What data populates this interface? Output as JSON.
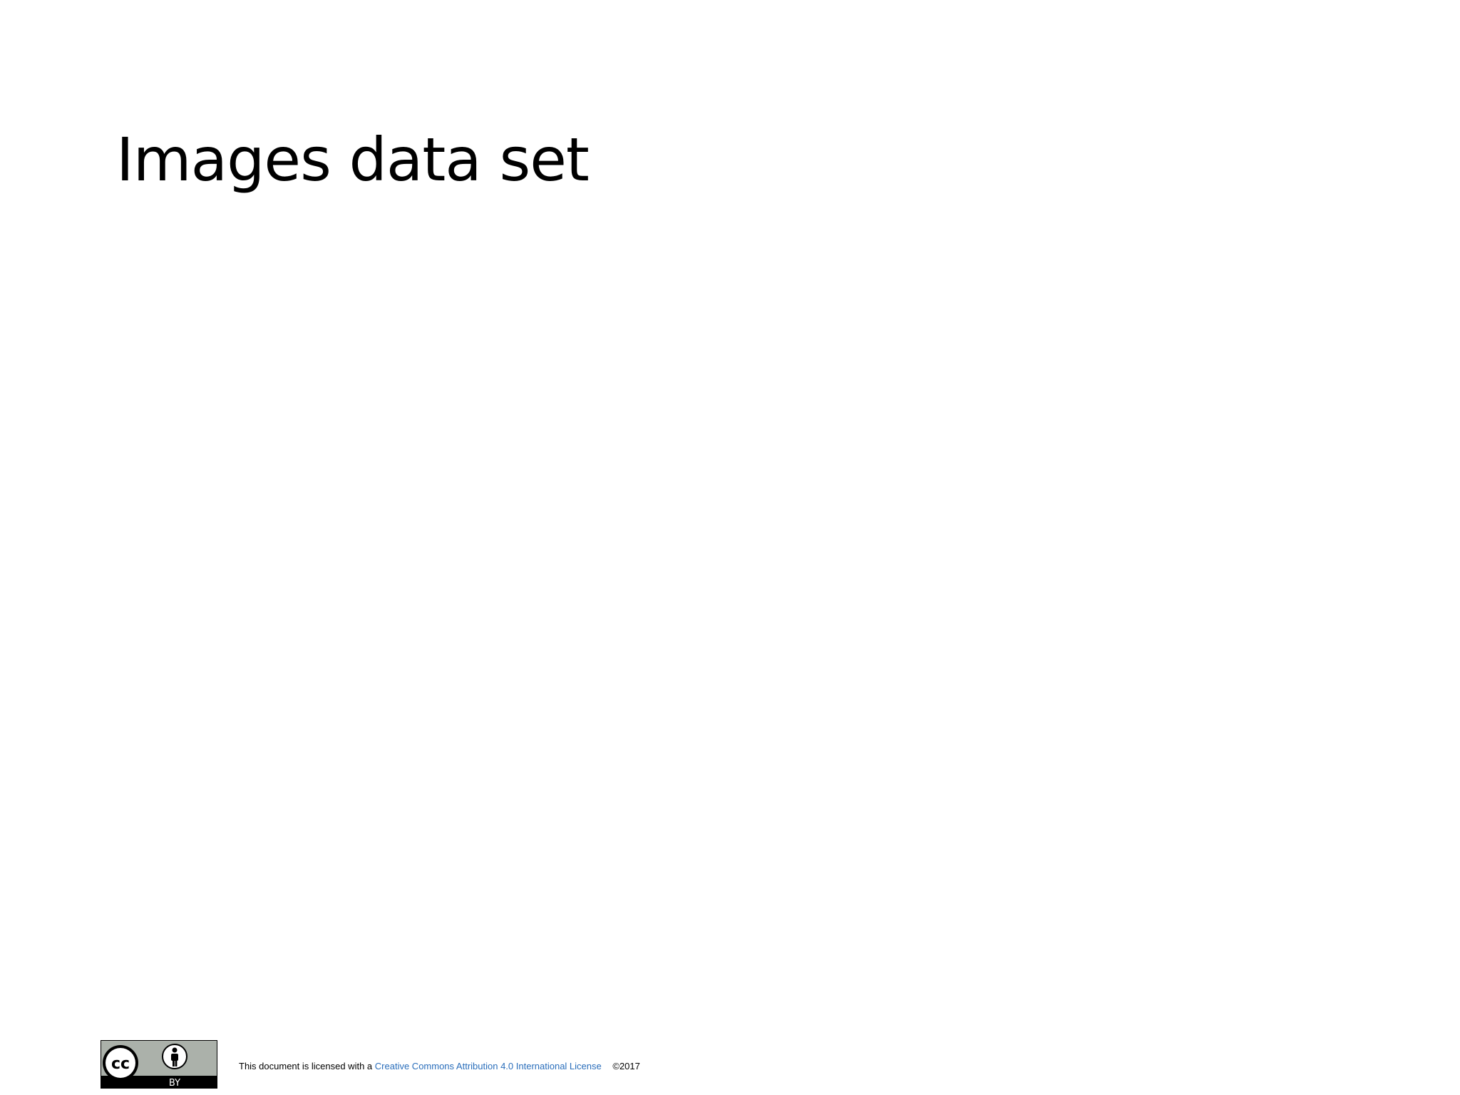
{
  "slide": {
    "title": "Images data set"
  },
  "footer": {
    "badge": {
      "icon": "creative-commons-by-badge",
      "label": "BY"
    },
    "license_prefix": "This document is licensed with a",
    "license_link": "Creative Commons Attribution 4.0 International License",
    "copyright": "©2017"
  },
  "colors": {
    "background": "#ffffff",
    "text": "#000000",
    "link": "#2a6ebb",
    "badge_gray": "#abb1aa",
    "badge_black": "#000000"
  }
}
